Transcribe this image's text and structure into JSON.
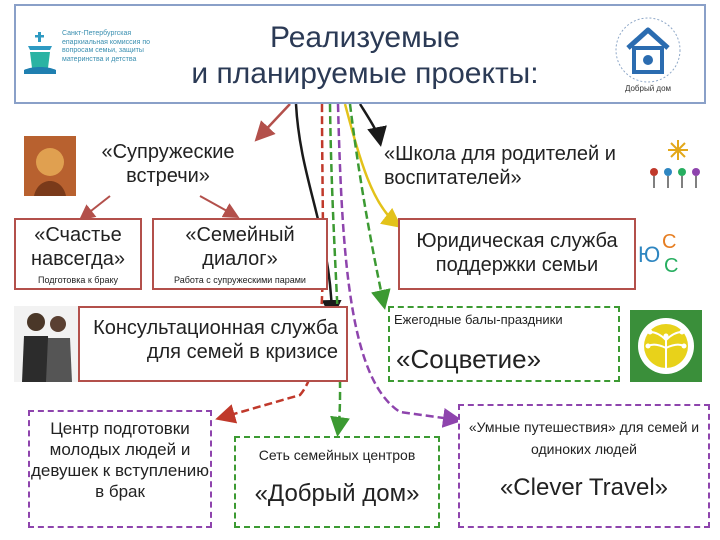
{
  "header": {
    "title_line1": "Реализуемые",
    "title_line2": "и планируемые проекты:",
    "left_logo_text": "Санкт-Петербургская епархиальная комиссия по вопросам семьи, защиты материнства и детства",
    "right_logo_text": "Добрый дом"
  },
  "projects": {
    "marital_meetings": "«Супружеские встречи»",
    "happiness_forever": "«Счастье навсегда»",
    "happiness_sub": "Подготовка к браку",
    "family_dialog": "«Семейный диалог»",
    "family_dialog_sub": "Работа с супружескими парами",
    "school": "«Школа для родителей и воспитателей»",
    "legal": "Юридическая служба поддержки семьи",
    "consult": "Консультационная служба для семей в кризисе",
    "balls": "Ежегодные балы-праздники",
    "sotsvetie": "«Соцветие»",
    "center": "Центр подготовки молодых людей и девушек к вступлению в брак",
    "network": "Сеть семейных центров",
    "good_house": "«Добрый дом»",
    "smart_travel": "«Умные путешествия» для семей и одиноких людей",
    "clever_travel": "«Clever Travel»"
  },
  "colors": {
    "red": "#b3504b",
    "green": "#7a9a33",
    "yellow": "#e3c21a",
    "dark": "#1a1a1a",
    "dash_green": "#3c9a32",
    "dash_purple": "#8e44ad",
    "dash_red": "#c0392b"
  }
}
